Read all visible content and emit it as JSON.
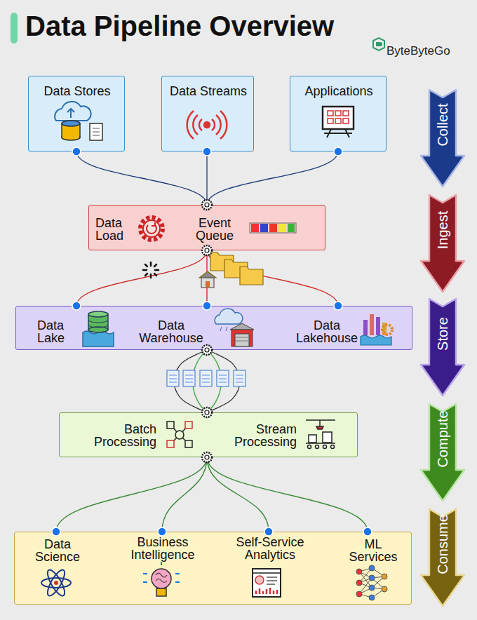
{
  "diagram": {
    "title": "Data Pipeline Overview",
    "nodes": [
      {
        "text": [
          "Data Stores"
        ]
      },
      {
        "text": [
          "Data Streams"
        ]
      },
      {
        "text": [
          "Applications"
        ]
      },
      {
        "text": [
          "Data Load",
          "Event Queue"
        ]
      },
      {
        "text": [
          "Data Lake",
          "Data Warehouse",
          "Data Lakehouse"
        ]
      },
      {
        "text": [
          "Batch Processing",
          "Stream Processing"
        ]
      },
      {
        "text": [
          "Data Science",
          "Business Intelligence",
          "Self-Service Analytics",
          "ML Services"
        ]
      },
      {
        "text": [
          "Collect"
        ]
      },
      {
        "text": [
          "Ingest"
        ]
      },
      {
        "text": [
          "Store"
        ]
      },
      {
        "text": [
          "Compute"
        ]
      },
      {
        "text": [
          "Consume"
        ]
      }
    ],
    "edges": [
      {
        "from": 0,
        "to": 3,
        "arrow": "none"
      },
      {
        "from": 1,
        "to": 3,
        "arrow": "none"
      },
      {
        "from": 2,
        "to": 3,
        "arrow": "none"
      },
      {
        "from": 3,
        "to": 4,
        "arrow": "none"
      },
      {
        "from": 4,
        "to": 5,
        "arrow": "none"
      },
      {
        "from": 5,
        "to": 6,
        "arrow": "none"
      }
    ],
    "labels": [
      "ByteByteGo"
    ]
  }
}
